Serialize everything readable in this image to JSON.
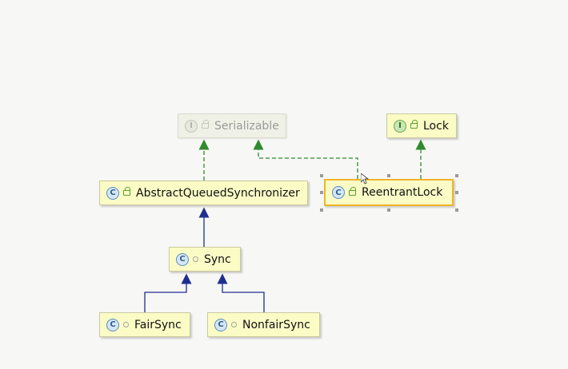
{
  "diagram": {
    "nodes": {
      "serializable": {
        "label": "Serializable",
        "kind": "interface",
        "kind_letter": "I",
        "visibility_icon": "public-lock-icon"
      },
      "lock": {
        "label": "Lock",
        "kind": "interface",
        "kind_letter": "I",
        "visibility_icon": "public-lock-icon"
      },
      "aqs": {
        "label": "AbstractQueuedSynchronizer",
        "kind": "abstract-class",
        "kind_letter": "C",
        "visibility_icon": "public-lock-icon"
      },
      "reentrant": {
        "label": "ReentrantLock",
        "kind": "class",
        "kind_letter": "C",
        "visibility_icon": "public-lock-icon",
        "selected": true
      },
      "sync": {
        "label": "Sync",
        "kind": "abstract-class",
        "kind_letter": "C",
        "visibility_icon": "package-private-icon"
      },
      "fair": {
        "label": "FairSync",
        "kind": "class",
        "kind_letter": "C",
        "visibility_icon": "package-private-icon"
      },
      "nonfair": {
        "label": "NonfairSync",
        "kind": "class",
        "kind_letter": "C",
        "visibility_icon": "package-private-icon"
      }
    },
    "edges": [
      {
        "from": "AbstractQueuedSynchronizer",
        "to": "Serializable",
        "relation": "implements"
      },
      {
        "from": "ReentrantLock",
        "to": "Serializable",
        "relation": "implements"
      },
      {
        "from": "ReentrantLock",
        "to": "Lock",
        "relation": "implements"
      },
      {
        "from": "Sync",
        "to": "AbstractQueuedSynchronizer",
        "relation": "extends"
      },
      {
        "from": "FairSync",
        "to": "Sync",
        "relation": "extends"
      },
      {
        "from": "NonfairSync",
        "to": "Sync",
        "relation": "extends"
      }
    ],
    "colors": {
      "implements": "#2e8b2e",
      "extends": "#1f2f8f",
      "node_fill": "#fbfbc6",
      "selection": "#f0b429"
    }
  }
}
